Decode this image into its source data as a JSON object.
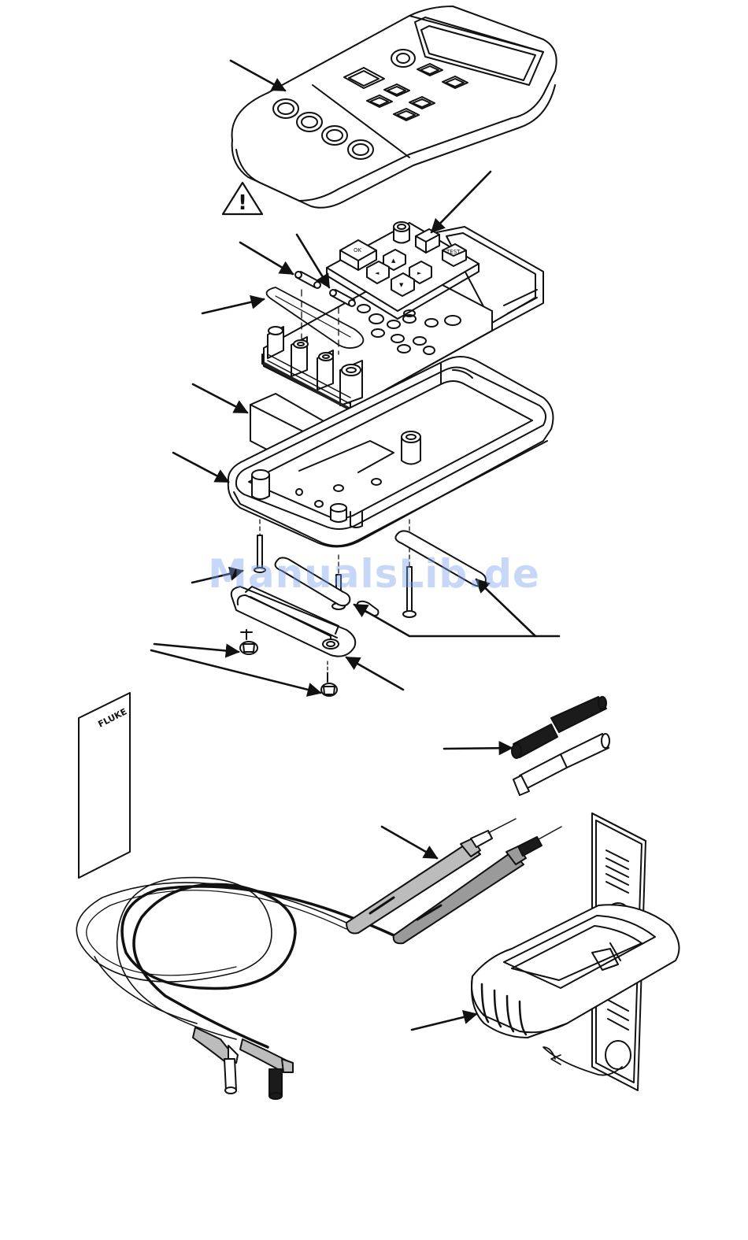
{
  "diagram": {
    "warning_symbol": "!",
    "manual_brand": "FLUKE",
    "key_labels": [
      "OK",
      "TEST",
      "▲",
      "◄",
      "►",
      "▼"
    ],
    "watermark": "ManualsLib.de"
  },
  "colors": {
    "line": "#111111",
    "shade": "#bcbcbc",
    "dark": "#1b1b1b",
    "watermark": "#78a0eb"
  }
}
